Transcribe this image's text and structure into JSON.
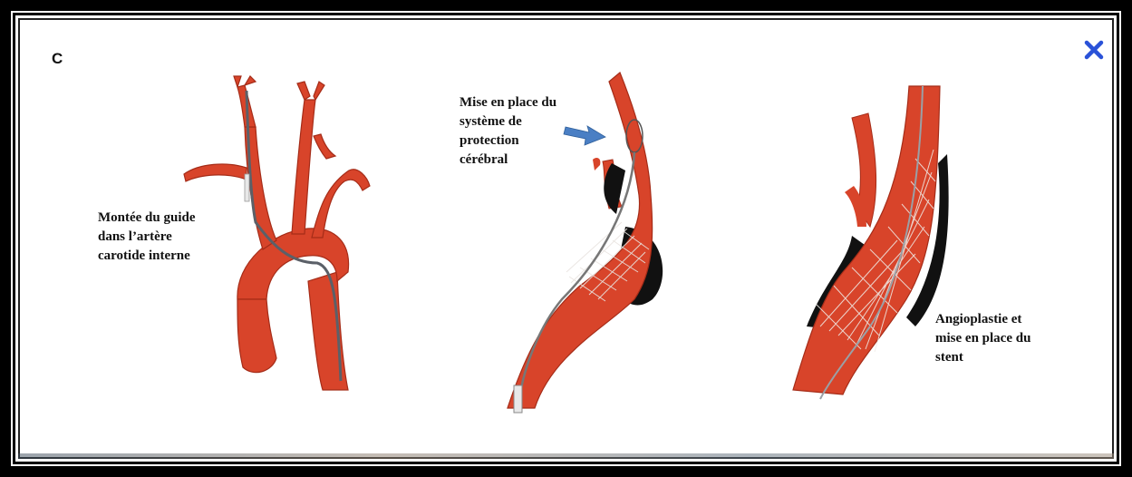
{
  "panel": {
    "letter": "C"
  },
  "close_icon": "close-icon",
  "labels": {
    "step1": "Montée du guide\ndans l’artère\ncarotide interne",
    "step2": "Mise en place du\nsystème de\nprotection\ncérébral",
    "step3": "Angioplastie et\nmise en place du\nstent"
  },
  "colors": {
    "artery": "#d8442a",
    "artery_dark": "#b8321c",
    "plaque": "#111111",
    "arrow": "#4a7fc4",
    "close": "#2a52d8",
    "guide": "#8a8f96"
  }
}
